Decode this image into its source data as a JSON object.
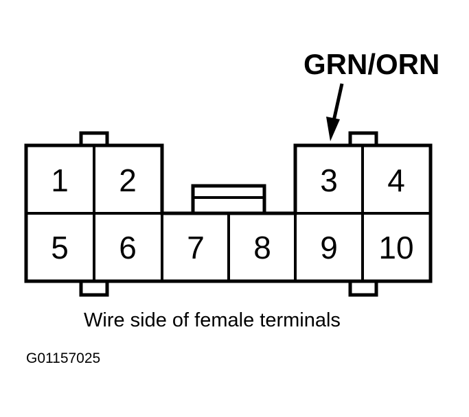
{
  "wire_label": "GRN/ORN",
  "caption": "Wire side of female terminals",
  "figure_id": "G01157025",
  "pins": [
    "1",
    "2",
    "3",
    "4",
    "5",
    "6",
    "7",
    "8",
    "9",
    "10"
  ],
  "highlighted_pin": "3",
  "colors": {
    "line": "#000000",
    "background": "#ffffff"
  }
}
